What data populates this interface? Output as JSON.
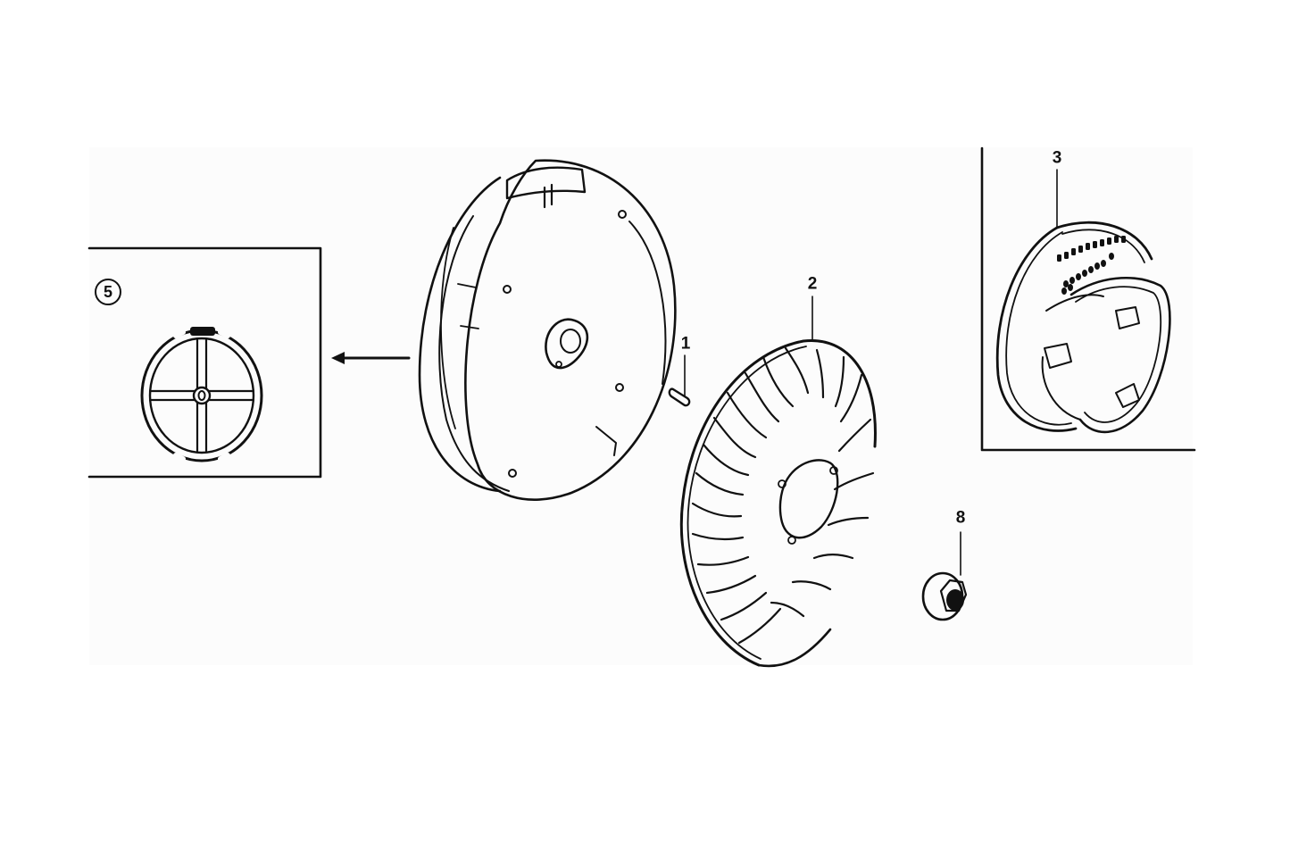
{
  "diagram": {
    "type": "exploded-parts-diagram",
    "subject": "engine flywheel / cooling fan assembly",
    "colors": {
      "line": "#111111",
      "background": "#ffffff",
      "panel": "#fcfcfc"
    },
    "callouts": [
      {
        "id": "1",
        "label": "1",
        "part": "woodruff-key"
      },
      {
        "id": "2",
        "label": "2",
        "part": "cooling-fan"
      },
      {
        "id": "3",
        "label": "3",
        "part": "starter-pulley"
      },
      {
        "id": "5",
        "label": "5",
        "part": "flywheel-inner-view",
        "circled": true
      },
      {
        "id": "8",
        "label": "8",
        "part": "flange-nut"
      }
    ],
    "insets": [
      {
        "id": "inset-5",
        "label": "5",
        "note": "rear view of flywheel"
      },
      {
        "id": "inset-3",
        "label": "3"
      }
    ],
    "arrow": {
      "direction": "left",
      "meaning": "view-direction"
    }
  }
}
